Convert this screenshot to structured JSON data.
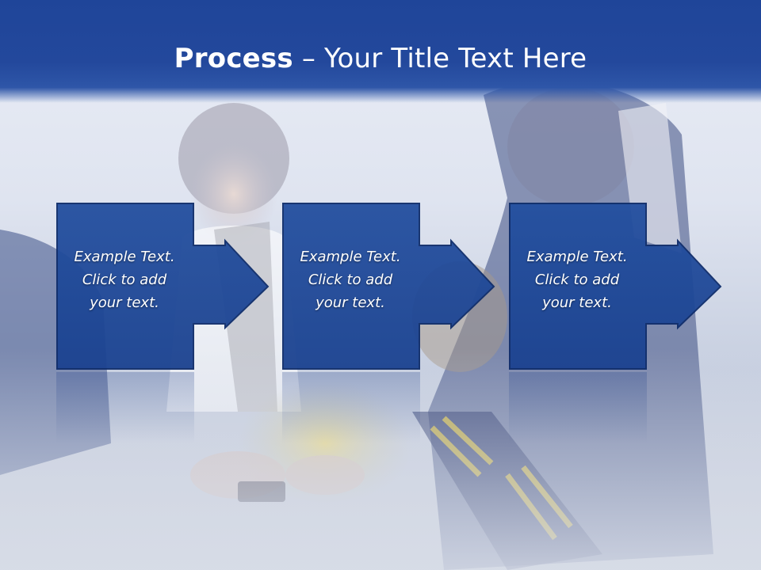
{
  "slide": {
    "title_bold": "Process",
    "title_dash": " – ",
    "title_rest": "Your Title Text Here",
    "steps": [
      {
        "line1": "Example Text.",
        "line2": "Click  to add",
        "line3": "your text."
      },
      {
        "line1": "Example Text.",
        "line2": "Click  to add",
        "line3": "your text."
      },
      {
        "line1": "Example Text.",
        "line2": "Click  to add",
        "line3": "your text."
      }
    ]
  },
  "colors": {
    "title_bar": "#23489c",
    "box_fill": "#1f4a9a",
    "box_stroke": "#0f2d6b",
    "title_text": "#ffffff"
  },
  "icons": {
    "arrow": "right-arrow-icon"
  }
}
